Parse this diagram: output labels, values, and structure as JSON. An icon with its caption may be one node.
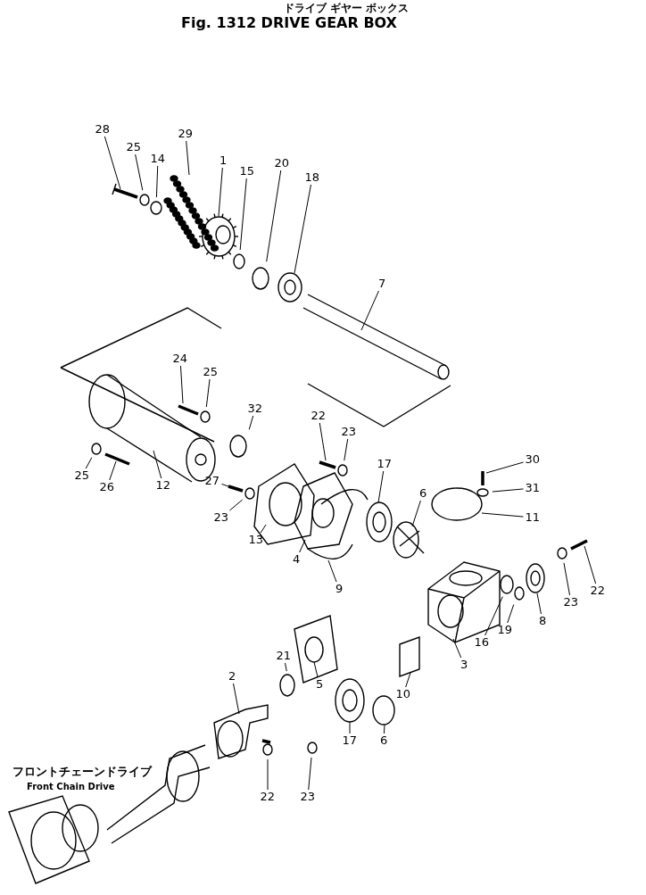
{
  "diagram": {
    "title": "Fig. 1312 DRIVE GEAR BOX",
    "nodes": [
      {
        "text": [
          "28"
        ]
      },
      {
        "text": [
          "25"
        ]
      },
      {
        "text": [
          "14"
        ]
      },
      {
        "text": [
          "29"
        ]
      },
      {
        "text": [
          "1"
        ]
      },
      {
        "text": [
          "15"
        ]
      },
      {
        "text": [
          "20"
        ]
      },
      {
        "text": [
          "18"
        ]
      },
      {
        "text": [
          "7"
        ]
      },
      {
        "text": [
          "24"
        ]
      },
      {
        "text": [
          "25"
        ]
      },
      {
        "text": [
          "32"
        ]
      },
      {
        "text": [
          "22"
        ]
      },
      {
        "text": [
          "23"
        ]
      },
      {
        "text": [
          "25"
        ]
      },
      {
        "text": [
          "26"
        ]
      },
      {
        "text": [
          "12"
        ]
      },
      {
        "text": [
          "27"
        ]
      },
      {
        "text": [
          "23"
        ]
      },
      {
        "text": [
          "13"
        ]
      },
      {
        "text": [
          "4"
        ]
      },
      {
        "text": [
          "9"
        ]
      },
      {
        "text": [
          "17"
        ]
      },
      {
        "text": [
          "6"
        ]
      },
      {
        "text": [
          "30"
        ]
      },
      {
        "text": [
          "31"
        ]
      },
      {
        "text": [
          "11"
        ]
      },
      {
        "text": [
          "22"
        ]
      },
      {
        "text": [
          "23"
        ]
      },
      {
        "text": [
          "8"
        ]
      },
      {
        "text": [
          "19"
        ]
      },
      {
        "text": [
          "16"
        ]
      },
      {
        "text": [
          "3"
        ]
      },
      {
        "text": [
          "10"
        ]
      },
      {
        "text": [
          "5"
        ]
      },
      {
        "text": [
          "6"
        ]
      },
      {
        "text": [
          "17"
        ]
      },
      {
        "text": [
          "21"
        ]
      },
      {
        "text": [
          "2"
        ]
      },
      {
        "text": [
          "22"
        ]
      },
      {
        "text": [
          "23"
        ]
      }
    ],
    "edges": [
      {
        "from": 0,
        "to": null,
        "arrow": "none"
      },
      {
        "from": 1,
        "to": null,
        "arrow": "none"
      },
      {
        "from": 2,
        "to": null,
        "arrow": "none"
      },
      {
        "from": 3,
        "to": null,
        "arrow": "none"
      },
      {
        "from": 4,
        "to": null,
        "arrow": "none"
      },
      {
        "from": 5,
        "to": null,
        "arrow": "none"
      },
      {
        "from": 6,
        "to": null,
        "arrow": "none"
      },
      {
        "from": 7,
        "to": null,
        "arrow": "none"
      },
      {
        "from": 8,
        "to": null,
        "arrow": "none"
      },
      {
        "from": 9,
        "to": null,
        "arrow": "none"
      },
      {
        "from": 10,
        "to": null,
        "arrow": "none"
      },
      {
        "from": 11,
        "to": null,
        "arrow": "none"
      },
      {
        "from": 12,
        "to": null,
        "arrow": "none"
      },
      {
        "from": 13,
        "to": null,
        "arrow": "none"
      },
      {
        "from": 14,
        "to": null,
        "arrow": "none"
      },
      {
        "from": 15,
        "to": null,
        "arrow": "none"
      },
      {
        "from": 16,
        "to": null,
        "arrow": "none"
      },
      {
        "from": 17,
        "to": null,
        "arrow": "none"
      },
      {
        "from": 18,
        "to": null,
        "arrow": "none"
      },
      {
        "from": 19,
        "to": null,
        "arrow": "none"
      },
      {
        "from": 20,
        "to": null,
        "arrow": "none"
      },
      {
        "from": 21,
        "to": null,
        "arrow": "none"
      },
      {
        "from": 22,
        "to": null,
        "arrow": "none"
      },
      {
        "from": 23,
        "to": null,
        "arrow": "none"
      },
      {
        "from": 24,
        "to": null,
        "arrow": "none"
      },
      {
        "from": 25,
        "to": null,
        "arrow": "none"
      },
      {
        "from": 26,
        "to": null,
        "arrow": "none"
      },
      {
        "from": 27,
        "to": null,
        "arrow": "none"
      },
      {
        "from": 28,
        "to": null,
        "arrow": "none"
      },
      {
        "from": 29,
        "to": null,
        "arrow": "none"
      },
      {
        "from": 30,
        "to": null,
        "arrow": "none"
      },
      {
        "from": 31,
        "to": null,
        "arrow": "none"
      },
      {
        "from": 32,
        "to": null,
        "arrow": "none"
      },
      {
        "from": 33,
        "to": null,
        "arrow": "none"
      },
      {
        "from": 34,
        "to": null,
        "arrow": "none"
      },
      {
        "from": 35,
        "to": null,
        "arrow": "none"
      },
      {
        "from": 36,
        "to": null,
        "arrow": "none"
      },
      {
        "from": 37,
        "to": null,
        "arrow": "none"
      },
      {
        "from": 38,
        "to": null,
        "arrow": "none"
      },
      {
        "from": 39,
        "to": null,
        "arrow": "none"
      },
      {
        "from": 40,
        "to": null,
        "arrow": "none"
      }
    ],
    "labels": [
      "ドライブ ギヤー ボックス",
      "フロントチェーンドライブ",
      "Front Chain Drive"
    ]
  }
}
